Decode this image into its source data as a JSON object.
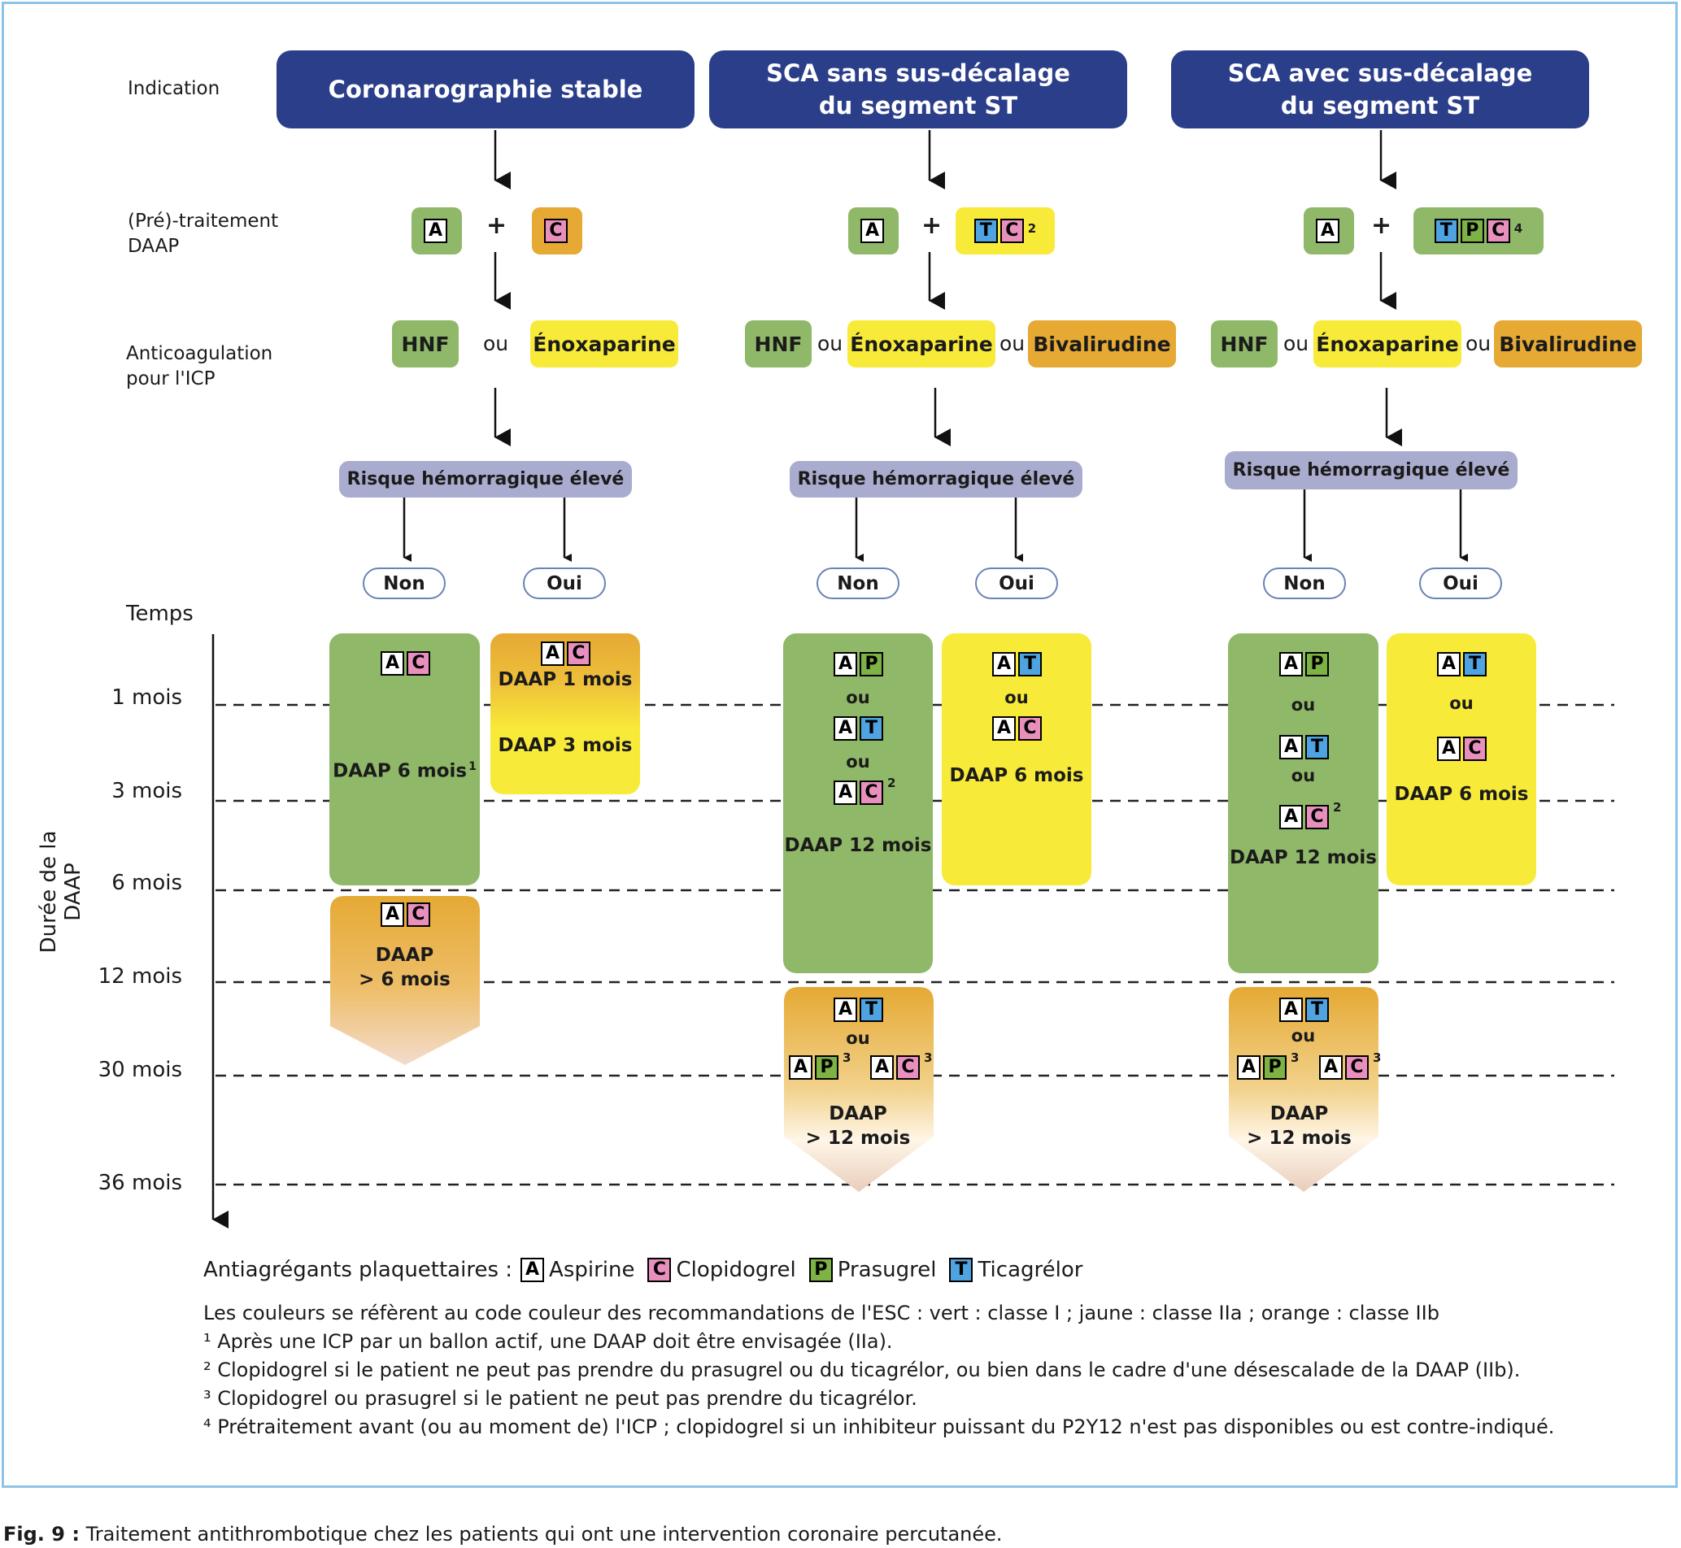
{
  "row_labels": {
    "indication": "Indication",
    "pretraitement": "(Pré)-traitement\nDAAP",
    "anticoagulation": "Anticoagulation\npour l'ICP",
    "temps": "Temps",
    "axis": "Durée de la DAAP"
  },
  "time_labels": [
    "1 mois",
    "3 mois",
    "6 mois",
    "12 mois",
    "30 mois",
    "36 mois"
  ],
  "drug_letters": {
    "A": "A",
    "C": "C",
    "P": "P",
    "T": "T"
  },
  "drug_colors": {
    "A": "#ffffff",
    "C": "#e88fbe",
    "P": "#7db344",
    "T": "#4ea3e0"
  },
  "class_colors": {
    "classe_I": "#8fb868",
    "classe_IIa": "#f8ea38",
    "classe_IIb": "#e5a934"
  },
  "plus": "+",
  "ou": "ou",
  "columns": [
    {
      "title": "Coronarographie stable",
      "anticoag": [
        "HNF",
        "Énoxaparine"
      ],
      "risk": "Risque hémorragique élevé",
      "non": "Non",
      "oui": "Oui",
      "non_box": {
        "text": "DAAP 6 mois",
        "sup": "1"
      },
      "oui_box": {
        "text1": "DAAP 1 mois",
        "text2": "DAAP 3 mois"
      },
      "ext_box": {
        "text": "DAAP\n> 6 mois"
      }
    },
    {
      "title": "SCA sans sus-décalage\ndu segment ST",
      "pre_sup": "2",
      "anticoag": [
        "HNF",
        "Énoxaparine",
        "Bivalirudine"
      ],
      "risk": "Risque hémorragique élevé",
      "non": "Non",
      "oui": "Oui",
      "non_box": {
        "text": "DAAP 12 mois",
        "sup": "2"
      },
      "oui_box": {
        "text": "DAAP 6 mois"
      },
      "ext_box": {
        "text": "DAAP\n> 12 mois",
        "sup": "3"
      }
    },
    {
      "title": "SCA avec sus-décalage\ndu segment ST",
      "pre_sup": "4",
      "anticoag": [
        "HNF",
        "Énoxaparine",
        "Bivalirudine"
      ],
      "risk": "Risque hémorragique élevé",
      "non": "Non",
      "oui": "Oui",
      "non_box": {
        "text": "DAAP 12 mois",
        "sup": "2"
      },
      "oui_box": {
        "text": "DAAP 6 mois"
      },
      "ext_box": {
        "text": "DAAP\n> 12 mois",
        "sup": "3"
      }
    }
  ],
  "legend": {
    "prefix": "Antiagrégants plaquettaires :",
    "items": [
      "Aspirine",
      "Clopidogrel",
      "Prasugrel",
      "Ticagrélor"
    ]
  },
  "notes": [
    "Les couleurs se réfèrent au code couleur des recommandations de l'ESC : vert : classe I ; jaune : classe IIa ; orange : classe IIb",
    "¹ Après une ICP par un ballon actif, une DAAP doit être envisagée (IIa).",
    "² Clopidogrel si le patient ne peut pas prendre du prasugrel ou du ticagrélor, ou bien dans le cadre d'une désescalade de la DAAP (IIb).",
    "³ Clopidogrel ou prasugrel si le patient ne peut pas prendre du ticagrélor.",
    "⁴ Prétraitement avant (ou au moment de) l'ICP ; clopidogrel si un inhibiteur puissant du P2Y12 n'est pas disponibles ou est contre-indiqué."
  ],
  "caption": {
    "label": "Fig. 9 :",
    "text": " Traitement antithrombotique chez les patients qui ont une intervention coronaire percutanée."
  }
}
